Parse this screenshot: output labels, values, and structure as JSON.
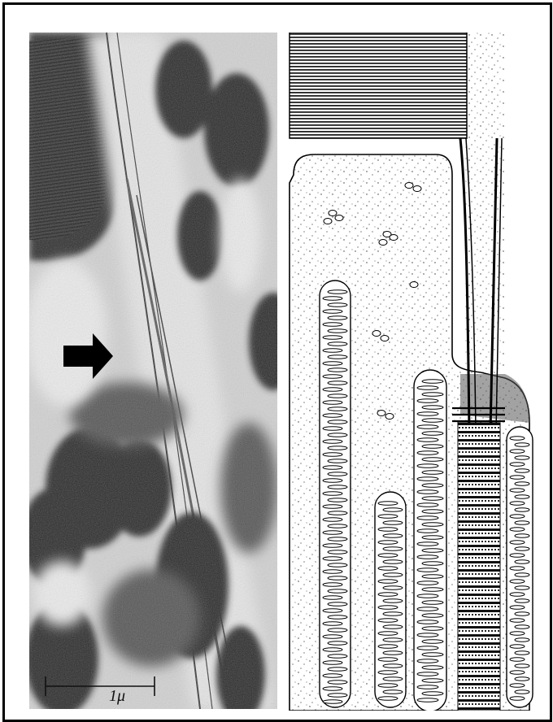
{
  "figure": {
    "left_panel": {
      "type": "electron micrograph",
      "arrow": "arrow-right-icon",
      "scale_bar_label": "1μ"
    },
    "right_panel": {
      "type": "schematic drawing"
    },
    "colors": {
      "ink": "#000000",
      "paper": "#ffffff",
      "micrograph_mid": "#9a9a9a"
    }
  }
}
